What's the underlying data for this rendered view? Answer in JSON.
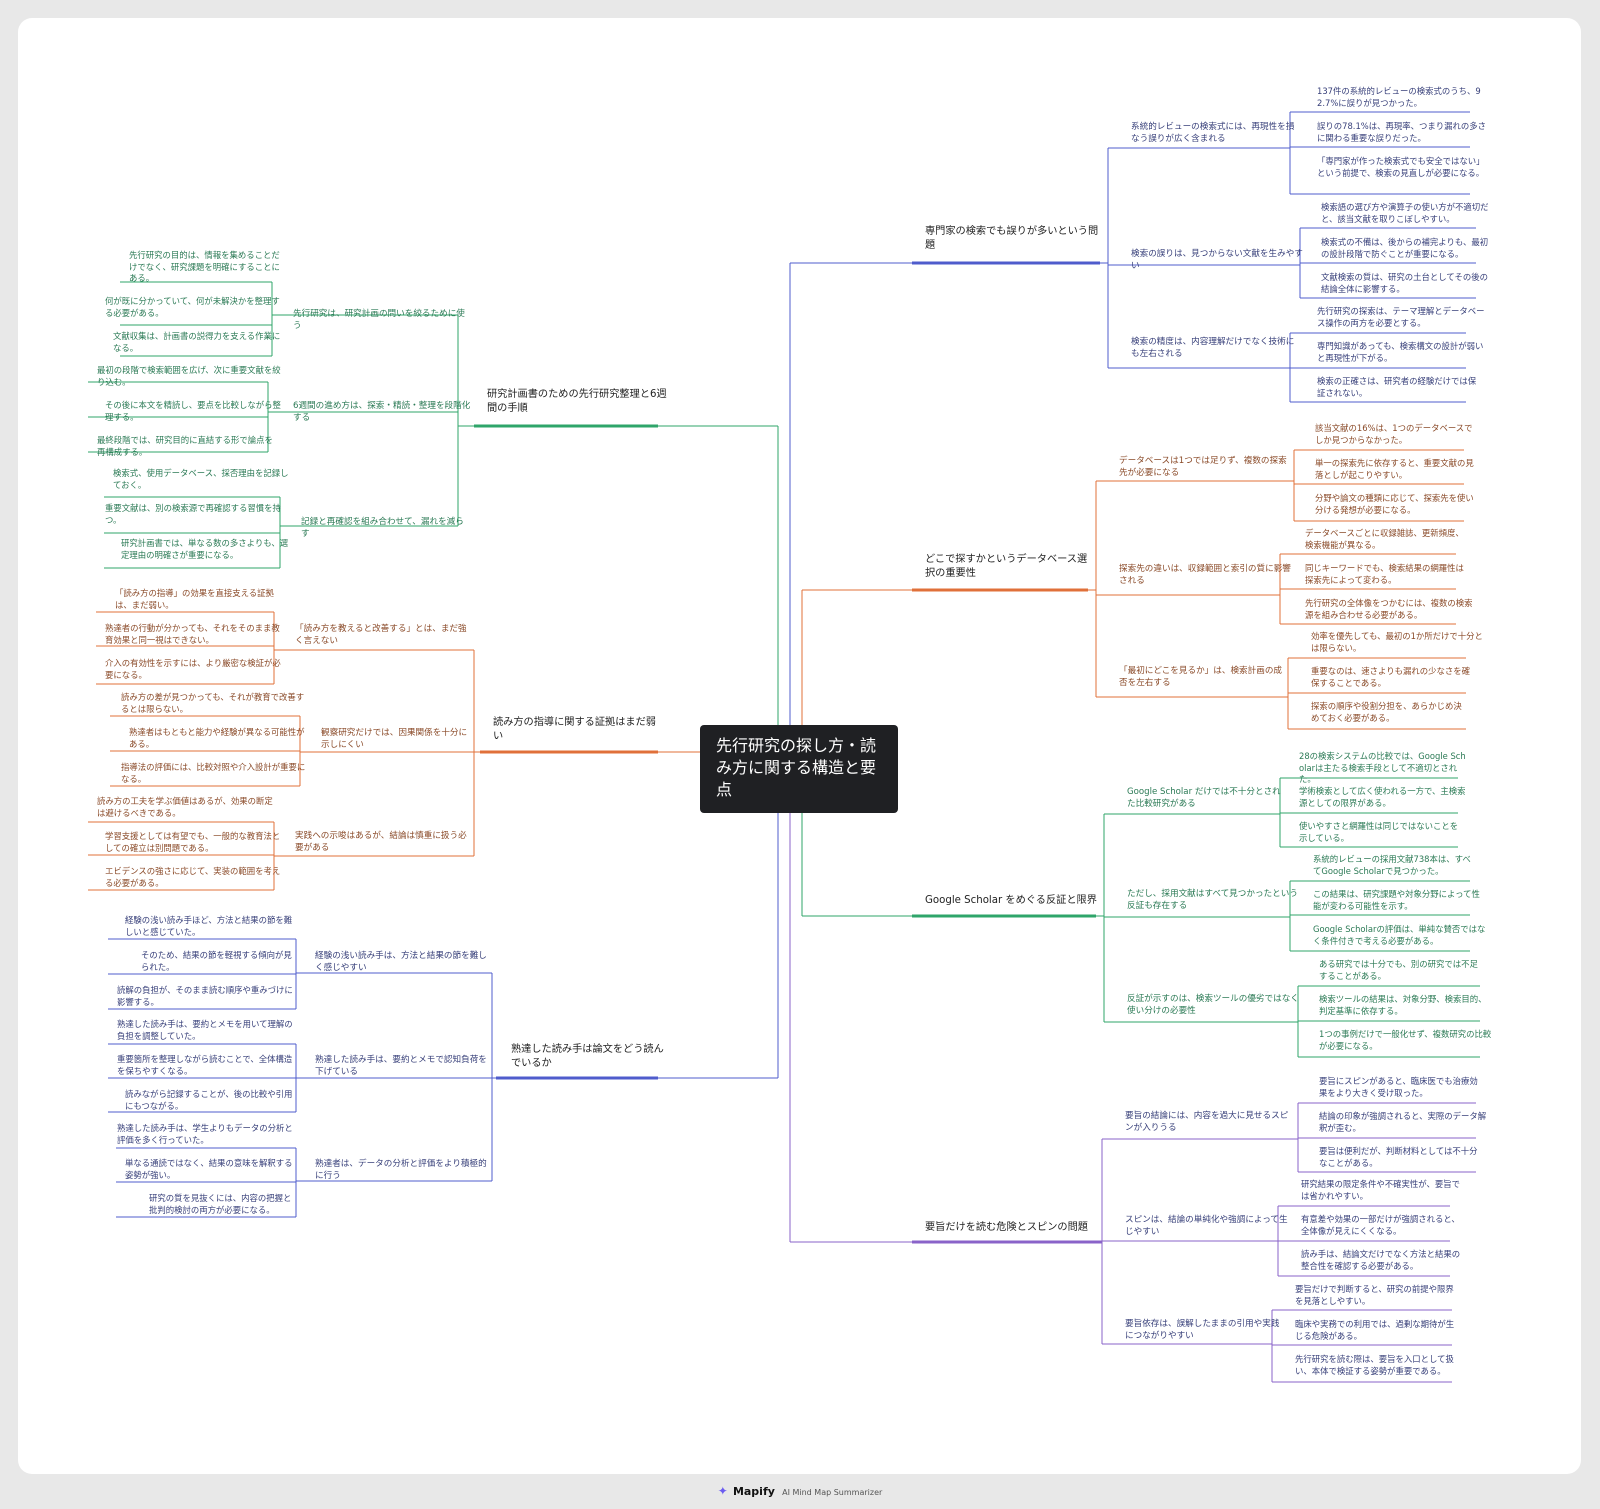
{
  "root": "先行研究の探し方・読み方に関する構造と要点",
  "footer": {
    "brand": "Mapify",
    "tagline": "AI Mind Map Summarizer"
  },
  "colors": {
    "blue": "#4f5ccc",
    "orange": "#e0703a",
    "green": "#2fa56a",
    "purple": "#8a63c9",
    "text_blue": "#38407a",
    "text_orange": "#8a4a28",
    "text_green": "#2b7a55"
  },
  "branches": {
    "b1": {
      "title": "専門家の検索でも誤りが多いという問題",
      "subs": [
        {
          "text": "系統的レビューの検索式には、再現性を損なう誤りが広く含まれる",
          "leaves": [
            "137件の系統的レビューの検索式のうち、92.7%に誤りが見つかった。",
            "誤りの78.1%は、再現率、つまり漏れの多さに関わる重要な誤りだった。",
            "「専門家が作った検索式でも安全ではない」という前提で、検索の見直しが必要になる。"
          ]
        },
        {
          "text": "検索の誤りは、見つからない文献を生みやすい",
          "leaves": [
            "検索語の選び方や演算子の使い方が不適切だと、該当文献を取りこぼしやすい。",
            "検索式の不備は、後からの補完よりも、最初の設計段階で防ぐことが重要になる。",
            "文献検索の質は、研究の土台としてその後の結論全体に影響する。"
          ]
        },
        {
          "text": "検索の精度は、内容理解だけでなく技術にも左右される",
          "leaves": [
            "先行研究の探索は、テーマ理解とデータベース操作の両方を必要とする。",
            "専門知識があっても、検索構文の設計が弱いと再現性が下がる。",
            "検索の正確さは、研究者の経験だけでは保証されない。"
          ]
        }
      ]
    },
    "b2": {
      "title": "どこで探すかというデータベース選択の重要性",
      "subs": [
        {
          "text": "データベースは1つでは足りず、複数の探索先が必要になる",
          "leaves": [
            "該当文献の16%は、1つのデータベースでしか見つからなかった。",
            "単一の探索先に依存すると、重要文献の見落としが起こりやすい。",
            "分野や論文の種類に応じて、探索先を使い分ける発想が必要になる。"
          ]
        },
        {
          "text": "探索先の違いは、収録範囲と索引の質に影響される",
          "leaves": [
            "データベースごとに収録雑誌、更新頻度、検索機能が異なる。",
            "同じキーワードでも、検索結果の網羅性は探索先によって変わる。",
            "先行研究の全体像をつかむには、複数の検索源を組み合わせる必要がある。"
          ]
        },
        {
          "text": "「最初にどこを見るか」は、検索計画の成否を左右する",
          "leaves": [
            "効率を優先しても、最初の1か所だけで十分とは限らない。",
            "重要なのは、速さよりも漏れの少なさを確保することである。",
            "探索の順序や役割分担を、あらかじめ決めておく必要がある。"
          ]
        }
      ]
    },
    "b3": {
      "title": "Google Scholar をめぐる反証と限界",
      "subs": [
        {
          "text": "Google Scholar だけでは不十分とされた比較研究がある",
          "leaves": [
            "28の検索システムの比較では、Google Scholarは主たる検索手段として不適切とされた。",
            "学術検索として広く使われる一方で、主検索源としての限界がある。",
            "使いやすさと網羅性は同じではないことを示している。"
          ]
        },
        {
          "text": "ただし、採用文献はすべて見つかったという反証も存在する",
          "leaves": [
            "系統的レビューの採用文献738本は、すべてGoogle Scholarで見つかった。",
            "この結果は、研究課題や対象分野によって性能が変わる可能性を示す。",
            "Google Scholarの評価は、単純な賛否ではなく条件付きで考える必要がある。"
          ]
        },
        {
          "text": "反証が示すのは、検索ツールの優劣ではなく使い分けの必要性",
          "leaves": [
            "ある研究では十分でも、別の研究では不足することがある。",
            "検索ツールの結果は、対象分野、検索目的、判定基準に依存する。",
            "1つの事例だけで一般化せず、複数研究の比較が必要になる。"
          ]
        }
      ]
    },
    "b4": {
      "title": "要旨だけを読む危険とスピンの問題",
      "subs": [
        {
          "text": "要旨の結論には、内容を過大に見せるスピンが入りうる",
          "leaves": [
            "要旨にスピンがあると、臨床医でも治療効果をより大きく受け取った。",
            "結論の印象が強調されると、実際のデータ解釈が歪む。",
            "要旨は便利だが、判断材料としては不十分なことがある。"
          ]
        },
        {
          "text": "スピンは、結論の単純化や強調によって生じやすい",
          "leaves": [
            "研究結果の限定条件や不確実性が、要旨では省かれやすい。",
            "有意差や効果の一部だけが強調されると、全体像が見えにくくなる。",
            "読み手は、結論文だけでなく方法と結果の整合性を確認する必要がある。"
          ]
        },
        {
          "text": "要旨依存は、誤解したままの引用や実践につながりやすい",
          "leaves": [
            "要旨だけで判断すると、研究の前提や限界を見落としやすい。",
            "臨床や実務での利用では、過剰な期待が生じる危険がある。",
            "先行研究を読む際は、要旨を入口として扱い、本体で検証する姿勢が重要である。"
          ]
        }
      ]
    },
    "b5": {
      "title": "研究計画書のための先行研究整理と6週間の手順",
      "subs": [
        {
          "text": "先行研究は、研究計画の問いを絞るために使う",
          "leaves": [
            "先行研究の目的は、情報を集めることだけでなく、研究課題を明確にすることにある。",
            "何が既に分かっていて、何が未解決かを整理する必要がある。",
            "文献収集は、計画書の説得力を支える作業になる。"
          ]
        },
        {
          "text": "6週間の進め方は、探索・精読・整理を段階化する",
          "leaves": [
            "最初の段階で検索範囲を広げ、次に重要文献を絞り込む。",
            "その後に本文を精読し、要点を比較しながら整理する。",
            "最終段階では、研究目的に直結する形で論点を再構成する。"
          ]
        },
        {
          "text": "記録と再確認を組み合わせて、漏れを減らす",
          "leaves": [
            "検索式、使用データベース、採否理由を記録しておく。",
            "重要文献は、別の検索源で再確認する習慣を持つ。",
            "研究計画書では、単なる数の多さよりも、選定理由の明確さが重要になる。"
          ]
        }
      ]
    },
    "b6": {
      "title": "読み方の指導に関する証拠はまだ弱い",
      "subs": [
        {
          "text": "「読み方を教えると改善する」とは、まだ強く言えない",
          "leaves": [
            "「読み方の指導」の効果を直接支える証拠は、まだ弱い。",
            "熟達者の行動が分かっても、それをそのまま教育効果と同一視はできない。",
            "介入の有効性を示すには、より厳密な検証が必要になる。"
          ]
        },
        {
          "text": "観察研究だけでは、因果関係を十分に示しにくい",
          "leaves": [
            "読み方の差が見つかっても、それが教育で改善するとは限らない。",
            "熟達者はもともと能力や経験が異なる可能性がある。",
            "指導法の評価には、比較対照や介入設計が重要になる。"
          ]
        },
        {
          "text": "実践への示唆はあるが、結論は慎重に扱う必要がある",
          "leaves": [
            "読み方の工夫を学ぶ価値はあるが、効果の断定は避けるべきである。",
            "学習支援としては有望でも、一般的な教育法としての確立は別問題である。",
            "エビデンスの強さに応じて、実装の範囲を考える必要がある。"
          ]
        }
      ]
    },
    "b7": {
      "title": "熟達した読み手は論文をどう読んでいるか",
      "subs": [
        {
          "text": "経験の浅い読み手は、方法と結果の節を難しく感じやすい",
          "leaves": [
            "経験の浅い読み手ほど、方法と結果の節を難しいと感じていた。",
            "そのため、結果の節を軽視する傾向が見られた。",
            "読解の負担が、そのまま読む順序や重みづけに影響する。"
          ]
        },
        {
          "text": "熟達した読み手は、要約とメモで認知負荷を下げている",
          "leaves": [
            "熟達した読み手は、要約とメモを用いて理解の負担を調整していた。",
            "重要箇所を整理しながら読むことで、全体構造を保ちやすくなる。",
            "読みながら記録することが、後の比較や引用にもつながる。"
          ]
        },
        {
          "text": "熟達者は、データの分析と評価をより積極的に行う",
          "leaves": [
            "熟達した読み手は、学生よりもデータの分析と評価を多く行っていた。",
            "単なる通読ではなく、結果の意味を解釈する姿勢が強い。",
            "研究の質を見抜くには、内容の把握と批判的検討の両方が必要になる。"
          ]
        }
      ]
    }
  }
}
